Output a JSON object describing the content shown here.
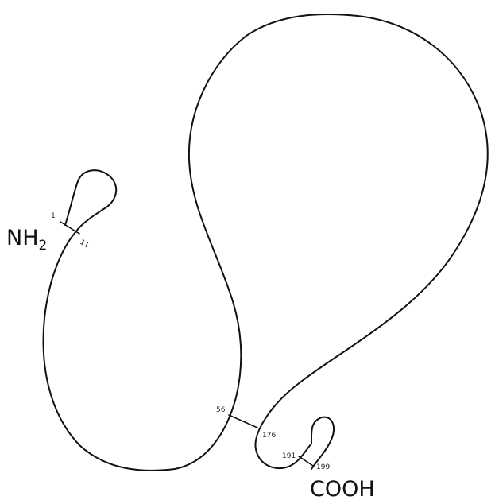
{
  "diagram": {
    "n_terminus": {
      "label": "NH",
      "subscript": "2"
    },
    "c_terminus": {
      "label": "COOH"
    },
    "residue_labels": [
      "1",
      "11",
      "56",
      "176",
      "191",
      "199"
    ],
    "colors": {
      "line": "#111111",
      "background": "#ffffff"
    }
  }
}
